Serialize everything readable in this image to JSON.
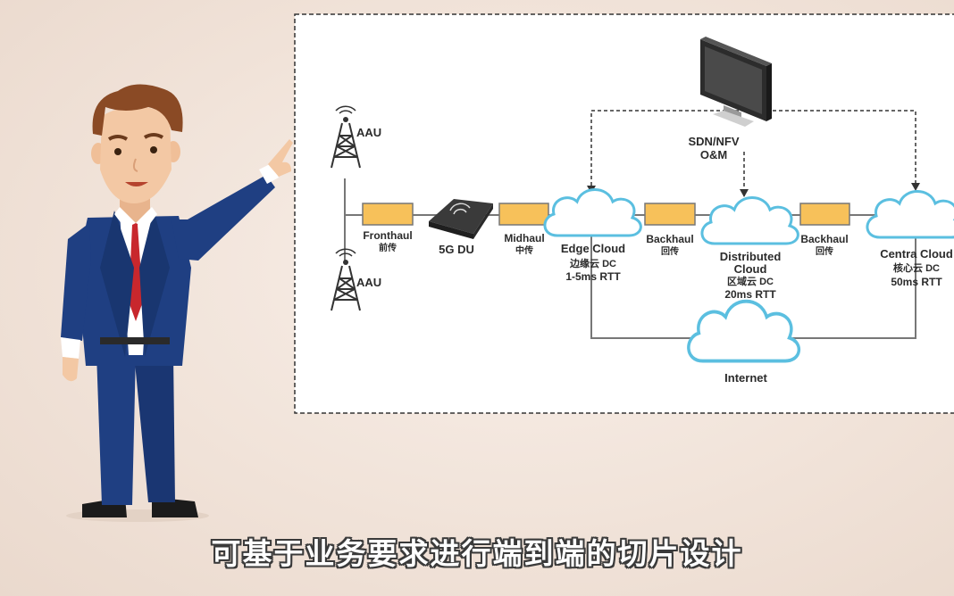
{
  "diagram": {
    "aau_top": "AAU",
    "aau_bottom": "AAU",
    "fronthaul": {
      "en": "Fronthaul",
      "zh": "前传"
    },
    "du": "5G DU",
    "midhaul": {
      "en": "Midhaul",
      "zh": "中传"
    },
    "edge_cloud": {
      "name": "Edge Cloud",
      "zh": "边缘云 DC",
      "rtt": "1-5ms RTT"
    },
    "backhaul_1": {
      "en": "Backhaul",
      "zh": "回传"
    },
    "distributed_cloud": {
      "name_line1": "Distributed",
      "name_line2": "Cloud",
      "zh": "区域云  DC",
      "rtt": "20ms RTT"
    },
    "backhaul_2": {
      "en": "Backhaul",
      "zh": "回传"
    },
    "central_cloud": {
      "name": "Centra Cloud",
      "zh": "核心云 DC",
      "rtt": "50ms RTT"
    },
    "sdn": {
      "line1": "SDN/NFV",
      "line2": "O&M"
    },
    "internet": "Internet"
  },
  "subtitle": "可基于业务要求进行端到端的切片设计",
  "colors": {
    "background": "#f2e6dd",
    "transport_box": "#f7c15a",
    "cloud_stroke": "#5bbfe0",
    "suit": "#1f3f82",
    "tie": "#c8272d"
  }
}
